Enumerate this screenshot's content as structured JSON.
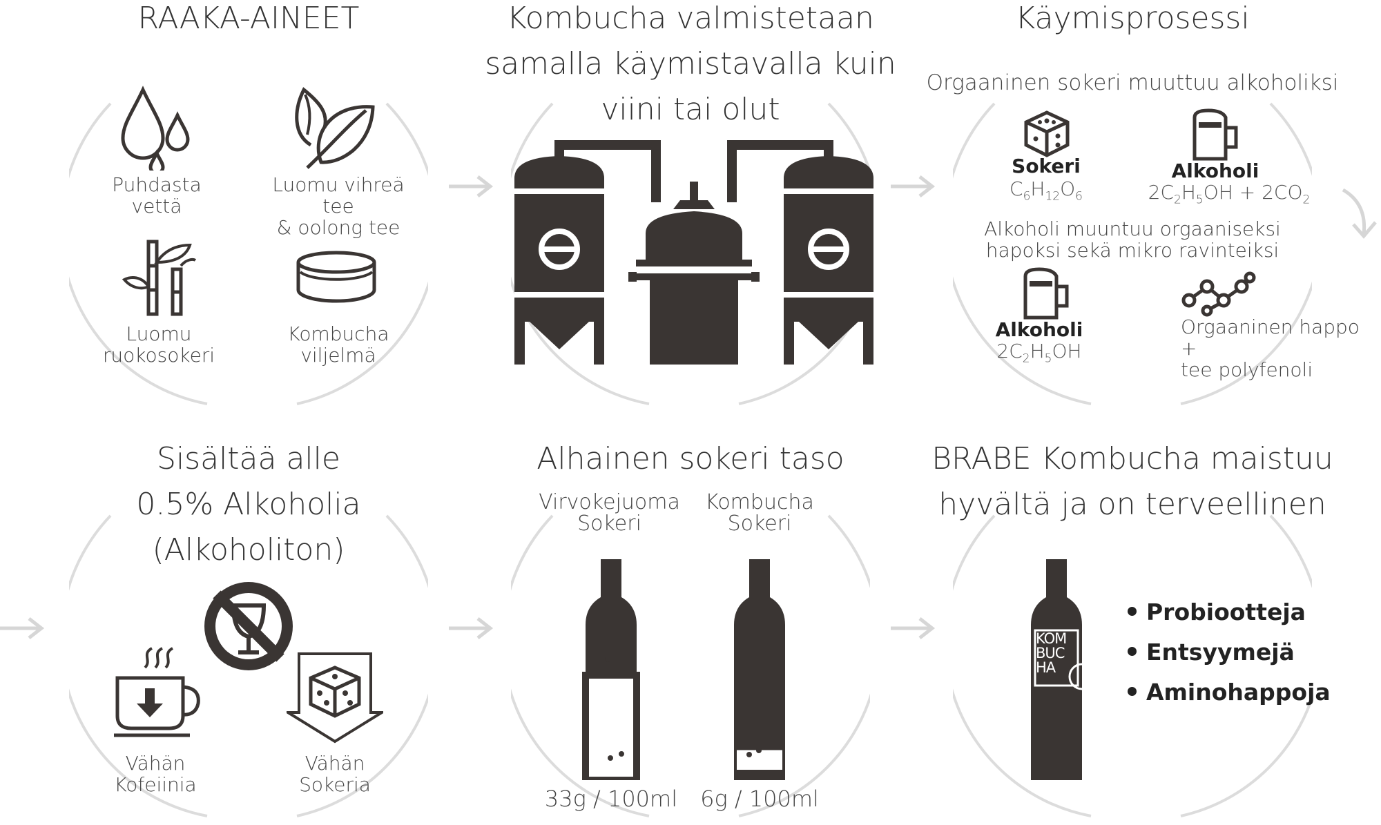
{
  "panels": {
    "ingredients": {
      "title": "RAAKA-AINEET",
      "items": [
        {
          "label_line1": "Puhdasta",
          "label_line2": "vettä",
          "icon": "water-drops-icon"
        },
        {
          "label_line1": "Luomu vihreä tee",
          "label_line2": "& oolong tee",
          "icon": "tea-leaf-icon"
        },
        {
          "label_line1": "Luomu",
          "label_line2": "ruokosokeri",
          "icon": "sugar-cane-icon"
        },
        {
          "label_line1": "Kombucha",
          "label_line2": "viljelmä",
          "icon": "scoby-culture-icon"
        }
      ]
    },
    "brewing": {
      "title_line1": "Kombucha valmistetaan",
      "title_line2": "samalla käymistavalla kuin",
      "title_line3": "viini tai olut",
      "icon": "brewery-tanks-icon"
    },
    "fermentation": {
      "title": "Käymisprosessi",
      "subtitle": "Orgaaninen sokeri muuttuu alkoholiksi",
      "sugar_label": "Sokeri",
      "alcohol_label": "Alkoholi",
      "middle_line1": "Alkoholi muuntuu orgaaniseksi",
      "middle_line2": "hapoksi sekä mikro ravinteiksi",
      "alcohol2_label": "Alkoholi",
      "acid_line1": "Orgaaninen happo +",
      "acid_line2": "tee polyfenoli"
    },
    "alcohol_content": {
      "title_line1": "Sisältää alle",
      "title_line2": "0.5% Alkoholia",
      "title_line3": "(Alkoholiton)",
      "caffeine_line1": "Vähän",
      "caffeine_line2": "Kofeiinia",
      "sugar_line1": "Vähän",
      "sugar_line2": "Sokeria"
    },
    "sugar_level": {
      "title": "Alhainen sokeri taso",
      "soda_line1": "Virvokejuoma",
      "soda_line2": "Sokeri",
      "soda_amount": "33g / 100ml",
      "kombucha_line1": "Kombucha",
      "kombucha_line2": "Sokeri",
      "kombucha_amount": "6g / 100ml",
      "soda_sugar_fraction": 0.8,
      "kombucha_sugar_fraction": 0.15
    },
    "taste": {
      "title_line1": "BRABE Kombucha maistuu",
      "title_line2": "hyvältä ja on terveellinen",
      "label_line1": "KOM",
      "label_line2": "BUC",
      "label_line3": "HA",
      "bullets": [
        "Probiootteja",
        "Entsyymejä",
        "Aminohappoja"
      ]
    }
  },
  "colors": {
    "icon_dark": "#3a3533",
    "ring": "#dcdcdc",
    "arrow": "#d6d6d6",
    "text": "#333333"
  }
}
